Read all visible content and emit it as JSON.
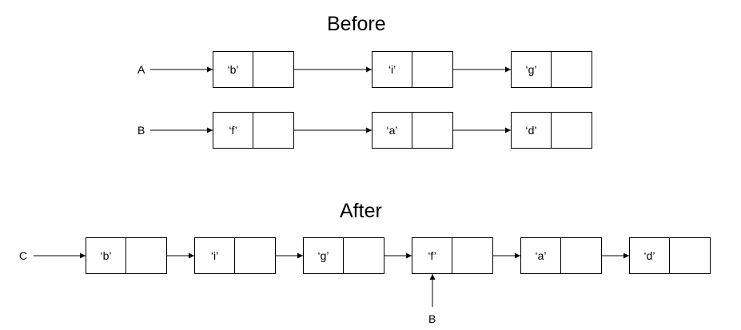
{
  "headings": {
    "before": "Before",
    "after": "After"
  },
  "pointers": {
    "a": "A",
    "b_before": "B",
    "c": "C",
    "b_after": "B"
  },
  "before": {
    "list_a": [
      "‘b’",
      "‘i’",
      "‘g’"
    ],
    "list_b": [
      "‘f’",
      "‘a’",
      "‘d’"
    ]
  },
  "after": {
    "list_c": [
      "‘b’",
      "‘i’",
      "‘g’",
      "‘f’",
      "‘a’",
      "‘d’"
    ]
  }
}
